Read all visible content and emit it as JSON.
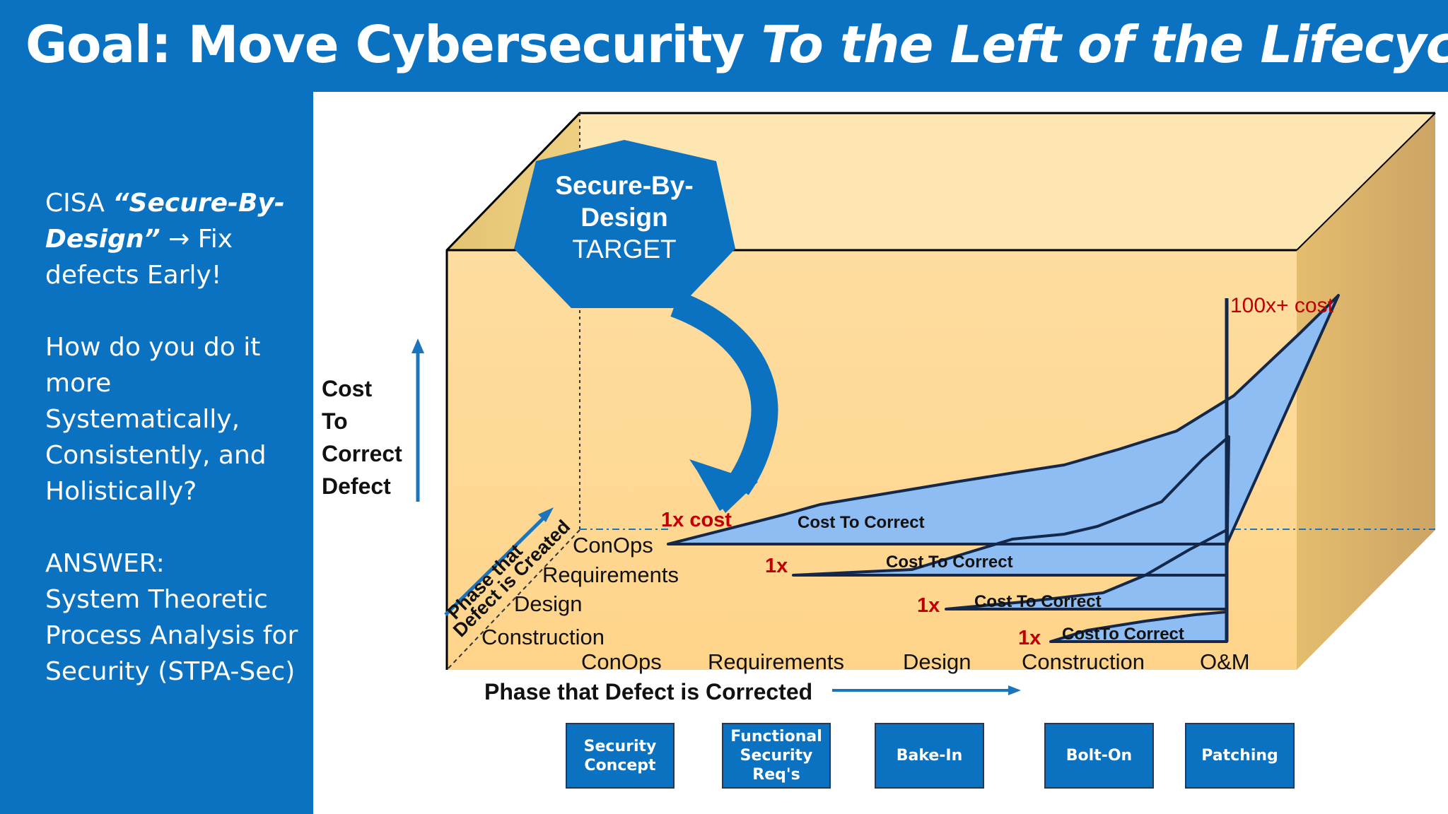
{
  "title": {
    "part1": "Goal: Move Cybersecurity ",
    "part2": "To the Left of the Lifecycle"
  },
  "sidebar": {
    "p1_prefix": "CISA ",
    "p1_emphasis": "“Secure-By-Design”",
    "p1_arrow": " → ",
    "p1_suffix": "Fix defects Early!",
    "p2": "How do you do it more Systematically, Consistently, and Holistically?",
    "p3_line1": "ANSWER:",
    "p3_line2": "System Theoretic Process Analysis for",
    "p3_line3": "Security (STPA-Sec)"
  },
  "badge": {
    "line1": "Secure-By-",
    "line2": "Design",
    "line3": "TARGET"
  },
  "y_axis": {
    "line1": "Cost",
    "line2": "To",
    "line3": "Correct",
    "line4": "Defect"
  },
  "diagonal_axis": {
    "line1": "Phase that",
    "line2": "Defect is Created"
  },
  "created_phases": [
    "ConOps",
    "Requirements",
    "Design",
    "Construction"
  ],
  "corrected_phases": [
    "ConOps",
    "Requirements",
    "Design",
    "Construction",
    "O&M"
  ],
  "x_axis_label": "Phase that Defect is Corrected",
  "curve_labels": {
    "c1_start": "1x cost",
    "c2_start": "1x",
    "c3_start": "1x",
    "c4_start": "1x",
    "peak": "100x+ cost",
    "c1_name": "Cost To Correct",
    "c2_name": "Cost To Correct",
    "c3_name": "Cost To Correct",
    "c4_name": "CostTo Correct"
  },
  "phase_boxes": [
    "Security Concept",
    "Functional Security Req's",
    "Bake-In",
    "Bolt-On",
    "Patching"
  ],
  "colors": {
    "brand_blue": "#0A72C0",
    "curve_fill": "#8DBDF2",
    "cost_red": "#C00000",
    "box_front": "#FFD98E",
    "box_top": "#FDE6B2"
  }
}
